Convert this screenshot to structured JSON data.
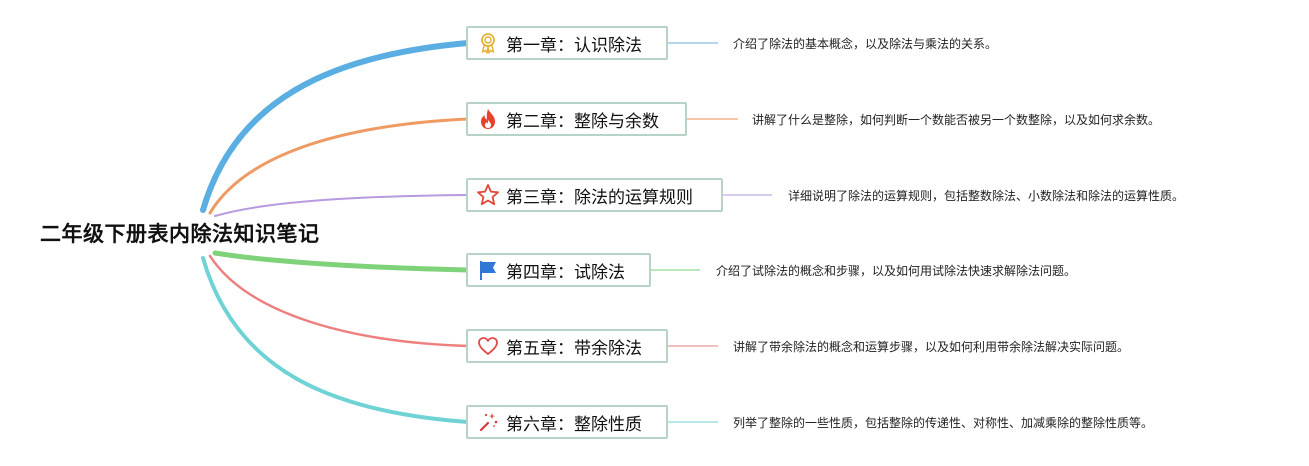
{
  "root": {
    "title": "二年级下册表内除法知识笔记"
  },
  "chapters": [
    {
      "title": "第一章：认识除法",
      "icon": "award-ribbon-icon",
      "color": "#5aaee2",
      "description": "介绍了除法的基本概念，以及除法与乘法的关系。"
    },
    {
      "title": "第二章：整除与余数",
      "icon": "fire-icon",
      "color": "#ef9a63",
      "description": "讲解了什么是整除，如何判断一个数能否被另一个数整除，以及如何求余数。"
    },
    {
      "title": "第三章：除法的运算规则",
      "icon": "star-icon",
      "color": "#b79ae0",
      "description": "详细说明了除法的运算规则，包括整数除法、小数除法和除法的运算性质。"
    },
    {
      "title": "第四章：试除法",
      "icon": "flag-icon",
      "color": "#7fd27a",
      "description": "介绍了试除法的概念和步骤，以及如何用试除法快速求解除法问题。"
    },
    {
      "title": "第五章：带余除法",
      "icon": "heart-icon",
      "color": "#ee7f7f",
      "description": "讲解了带余除法的概念和运算步骤，以及如何利用带余除法解决实际问题。"
    },
    {
      "title": "第六章：整除性质",
      "icon": "magic-wand-icon",
      "color": "#6fd3d6",
      "description": "列举了整除的一些性质，包括整除的传递性、对称性、加减乘除的整除性质等。"
    }
  ]
}
